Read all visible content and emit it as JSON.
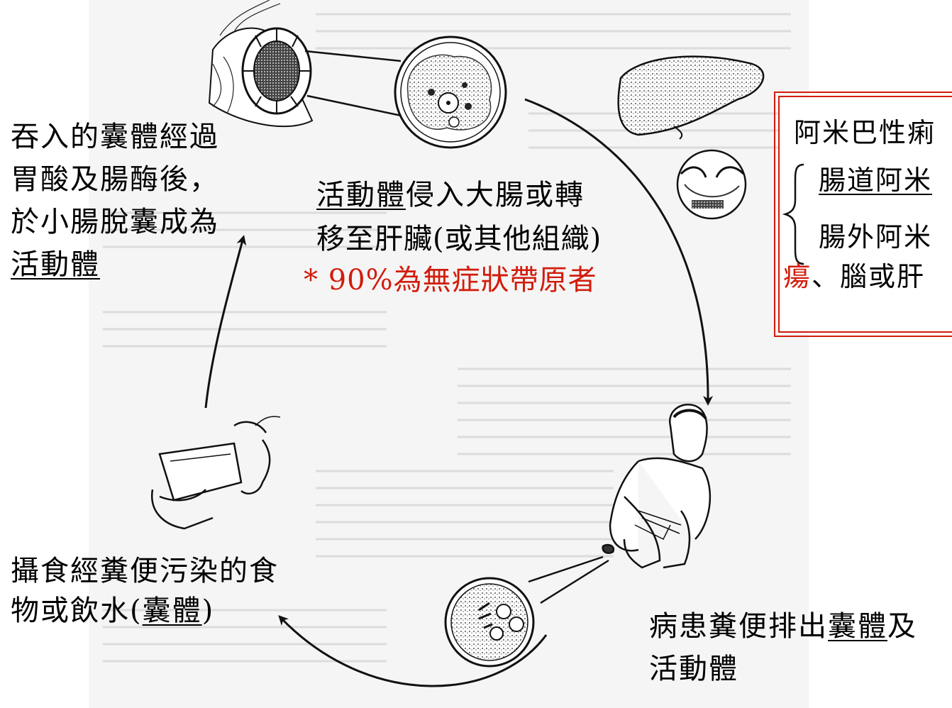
{
  "steps": {
    "ingest_result": {
      "line1": "吞入的囊體經過",
      "line2": "胃酸及腸酶後，",
      "line3": "於小腸脫囊成為",
      "line4": "活動體"
    },
    "invade": {
      "line1_term": "活動體",
      "line1_rest": "侵入大腸或轉",
      "line2": "移至肝臟(或其他組織)"
    },
    "carrier_note": "* 90%為無症狀帶原者",
    "excrete": {
      "line1_prefix": "病患糞便排出",
      "line1_term": "囊體",
      "line1_suffix": "及",
      "line2": "活動體"
    },
    "ingest": {
      "line1": "攝食經糞便污染的食",
      "line2_prefix": "物或飲水(",
      "line2_term": "囊體",
      "line2_suffix": ")"
    }
  },
  "note_box": {
    "title": "阿米巴性痢",
    "item1": "腸道阿米",
    "item2": "腸外阿米",
    "item3_red": "瘍",
    "item3_rest": "、腦或肝"
  },
  "colors": {
    "accent_red": "#d21c0c"
  }
}
